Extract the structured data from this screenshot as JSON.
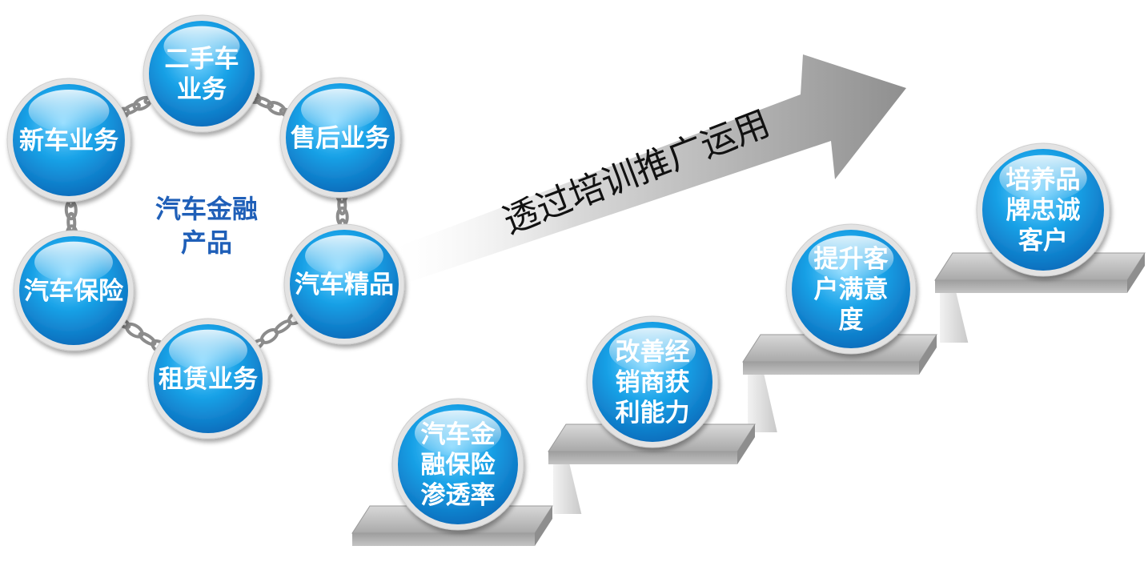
{
  "cycle": {
    "center_lines": [
      "汽车金融",
      "产品"
    ],
    "nodes": [
      {
        "id": "used-car",
        "lines": [
          "二手车",
          "业务"
        ]
      },
      {
        "id": "after-sales",
        "lines": [
          "售后业务"
        ]
      },
      {
        "id": "boutique",
        "lines": [
          "汽车精品"
        ]
      },
      {
        "id": "leasing",
        "lines": [
          "租赁业务"
        ]
      },
      {
        "id": "insurance",
        "lines": [
          "汽车保险"
        ]
      },
      {
        "id": "new-car",
        "lines": [
          "新车业务"
        ]
      }
    ]
  },
  "arrow": {
    "label": "透过培训推广运用"
  },
  "steps": [
    {
      "id": "penetration",
      "lines": [
        "汽车金",
        "融保险",
        "渗透率"
      ]
    },
    {
      "id": "profitability",
      "lines": [
        "改善经",
        "销商获",
        "利能力"
      ]
    },
    {
      "id": "satisfaction",
      "lines": [
        "提升客",
        "户满意",
        "度"
      ]
    },
    {
      "id": "loyalty",
      "lines": [
        "培养品",
        "牌忠诚",
        "客户"
      ]
    }
  ],
  "colors": {
    "bubble": "#1aa3e8",
    "bubble_dark": "#0a6fc0",
    "center_text": "#1f5fb8",
    "arrow": "#9a9a9a",
    "step": "#b5b5b5"
  }
}
